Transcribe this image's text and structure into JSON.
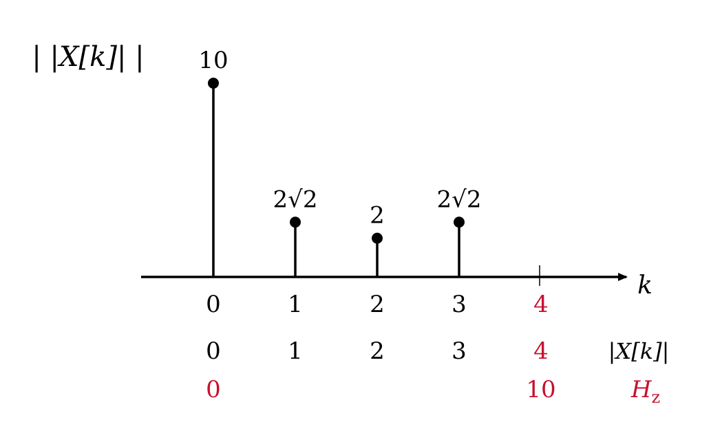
{
  "chart_data": {
    "type": "stem",
    "ylabel": "|X[k]|",
    "xlabel": "k",
    "points": [
      {
        "k": 0,
        "value": 10,
        "label": "10"
      },
      {
        "k": 1,
        "value": 2.828,
        "label": "2√2"
      },
      {
        "k": 2,
        "value": 2,
        "label": "2"
      },
      {
        "k": 3,
        "value": 2.828,
        "label": "2√2"
      }
    ],
    "extra_tick": {
      "k": 4,
      "label": "4"
    },
    "row_k": {
      "labels": [
        "0",
        "1",
        "2",
        "3",
        "4"
      ]
    },
    "row_index": {
      "labels": [
        "0",
        "1",
        "2",
        "3",
        "4"
      ],
      "right_label": "|X[k]|"
    },
    "row_hz": {
      "labels": [
        "0",
        "10"
      ],
      "right_label": "H_z",
      "right_main": "H",
      "right_sub": "z"
    },
    "colors": {
      "stem": "#000000",
      "highlight": "#c8102e"
    }
  }
}
